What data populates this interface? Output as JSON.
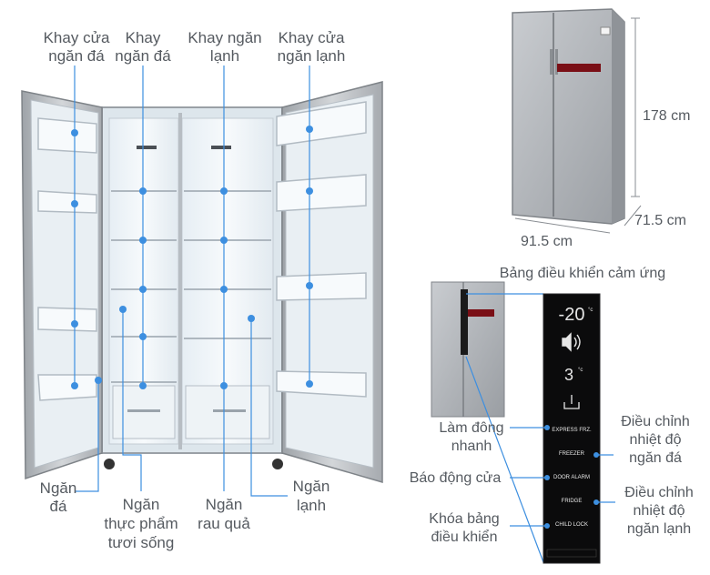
{
  "colors": {
    "accent": "#3d8fe0",
    "label_text": "#555a60",
    "steel": "#b9bdc2",
    "panel_bg": "#0b0b0c"
  },
  "labels": {
    "khay_cua_ngan_da": [
      "Khay cửa",
      "ngăn đá"
    ],
    "khay_ngan_da": [
      "Khay",
      "ngăn đá"
    ],
    "khay_ngan_lanh": [
      "Khay ngăn",
      "lạnh"
    ],
    "khay_cua_ngan_lanh": [
      "Khay cửa",
      "ngăn lạnh"
    ],
    "ngan_da": [
      "Ngăn",
      "đá"
    ],
    "ngan_thuc_pham": [
      "Ngăn",
      "thực phẩm",
      "tươi sống"
    ],
    "ngan_rau_qua": [
      "Ngăn",
      "rau quả"
    ],
    "ngan_lanh": [
      "Ngăn",
      "lạnh"
    ]
  },
  "dimensions": {
    "height": "178 cm",
    "depth": "71.5 cm",
    "width": "91.5 cm"
  },
  "control_panel": {
    "title": "Bảng điều khiển cảm ứng",
    "temp_freezer": "-20",
    "temp_fridge": "3",
    "buttons": [
      "EXPRESS FRZ.",
      "FREEZER",
      "DOOR ALARM",
      "FRIDGE",
      "CHILD LOCK"
    ],
    "callouts": {
      "express": [
        "Làm đông",
        "nhanh"
      ],
      "freezer": [
        "Điều chỉnh",
        "nhiệt độ",
        "ngăn đá"
      ],
      "door_alarm": [
        "Báo động cửa"
      ],
      "fridge": [
        "Điều chỉnh",
        "nhiệt độ",
        "ngăn lạnh"
      ],
      "child_lock": [
        "Khóa bảng",
        "điều khiển"
      ]
    }
  }
}
